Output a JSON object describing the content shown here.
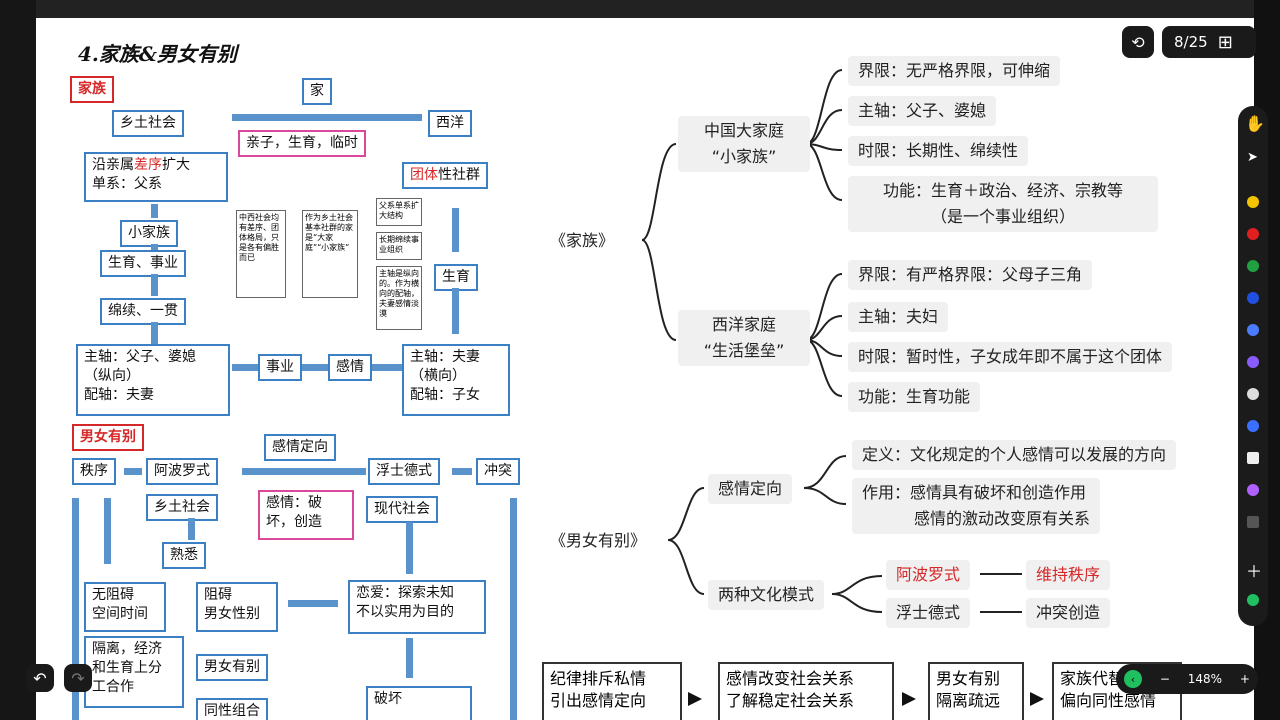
{
  "slide_title": "4.家族&男女有别",
  "pager": {
    "current": "8",
    "separator": "/",
    "total": "25"
  },
  "zoom": "148%",
  "left": {
    "family_label": "家族",
    "jia": "家",
    "xiangtu": "乡土社会",
    "xiyang": "西洋",
    "qinzi": "亲子，生育，临时",
    "chaxu_pre": "沿亲属",
    "chaxu_red": "差序",
    "chaxu_post": "扩大",
    "danxi": "单系：父系",
    "tuanti_red": "团体",
    "tuanti_post": "性社群",
    "xiaojiazu": "小家族",
    "shengyu_shiye": "生育、事业",
    "shengyu": "生育",
    "mianxu": "绵续、一贯",
    "zhuzhou_left": [
      "主轴：父子、婆媳",
      "（纵向）",
      "配轴：夫妻"
    ],
    "shiye": "事业",
    "ganqing": "感情",
    "zhuzhou_right": [
      "主轴：夫妻",
      "（横向）",
      "配轴：子女"
    ],
    "note1": "中西社会均有差序、团体格局，只是各有偏胜而已",
    "note2": "作为乡土社会基本社群的家是“大家庭”“小家族”",
    "note3": "父系单系扩大结构",
    "note4": "长期绵续事业组织",
    "note5": "主轴是纵向的。作为横向的配轴，夫妻感情淡漠",
    "gender_label": "男女有别",
    "ganqing_dingxiang": "感情定向",
    "zhixu": "秩序",
    "apollo": "阿波罗式",
    "faust": "浮士德式",
    "chongtu": "冲突",
    "xiangtu2": "乡土社会",
    "ganqing_po": [
      "感情：破",
      "坏，创造"
    ],
    "xiandai": "现代社会",
    "shuxi": "熟悉",
    "wuzuai": [
      "无阻碍",
      "空间时间"
    ],
    "zuai": [
      "阻碍",
      "男女性别"
    ],
    "lianai": [
      "恋爱：探索未知",
      "不以实用为目的"
    ],
    "geli": [
      "隔离，经济",
      "和生育上分",
      "工合作"
    ],
    "nannv": "男女有别",
    "tongxing": "同性组合",
    "pohuai": "破坏"
  },
  "mindmap": {
    "family": {
      "root": "《家族》",
      "china": [
        "中国大家庭",
        "“小家族”"
      ],
      "china_items": [
        "界限：无严格界限，可伸缩",
        "主轴：父子、婆媳",
        "时限：长期性、绵续性",
        "功能：生育＋政治、经济、宗教等",
        "（是一个事业组织）"
      ],
      "west": [
        "西洋家庭",
        "“生活堡垒”"
      ],
      "west_items": [
        "界限：有严格界限：父母子三角",
        "主轴：夫妇",
        "时限：暂时性，子女成年即不属于这个团体",
        "功能：生育功能"
      ]
    },
    "gender": {
      "root": "《男女有别》",
      "orientation": "感情定向",
      "definition": "定义：文化规定的个人感情可以发展的方向",
      "effect": [
        "作用：感情具有破坏和创造作用",
        "感情的激动改变原有关系"
      ],
      "modes": "两种文化模式",
      "apollo": "阿波罗式",
      "apollo_result": "维持秩序",
      "faust": "浮士德式",
      "faust_result": "冲突创造"
    }
  },
  "bottom_chain": [
    [
      "纪律排斥私情",
      "引出感情定向"
    ],
    [
      "感情改变社会关系",
      "了解稳定社会关系"
    ],
    [
      "男女有别",
      "隔离疏远"
    ],
    [
      "家族代替家庭",
      "偏向同性感情"
    ]
  ],
  "colors": {
    "accent_blue": "#3b7fc4",
    "red": "#d62828",
    "pink": "#d9489a",
    "dark": "#1b1b1b"
  },
  "icons": [
    "history-icon",
    "grid-icon",
    "hand-icon",
    "pointer-icon",
    "pen-icon",
    "eraser-icon",
    "lasso-icon",
    "add-icon",
    "navigate-icon",
    "undo-icon",
    "redo-icon",
    "back-icon",
    "minus-icon",
    "plus-icon"
  ]
}
